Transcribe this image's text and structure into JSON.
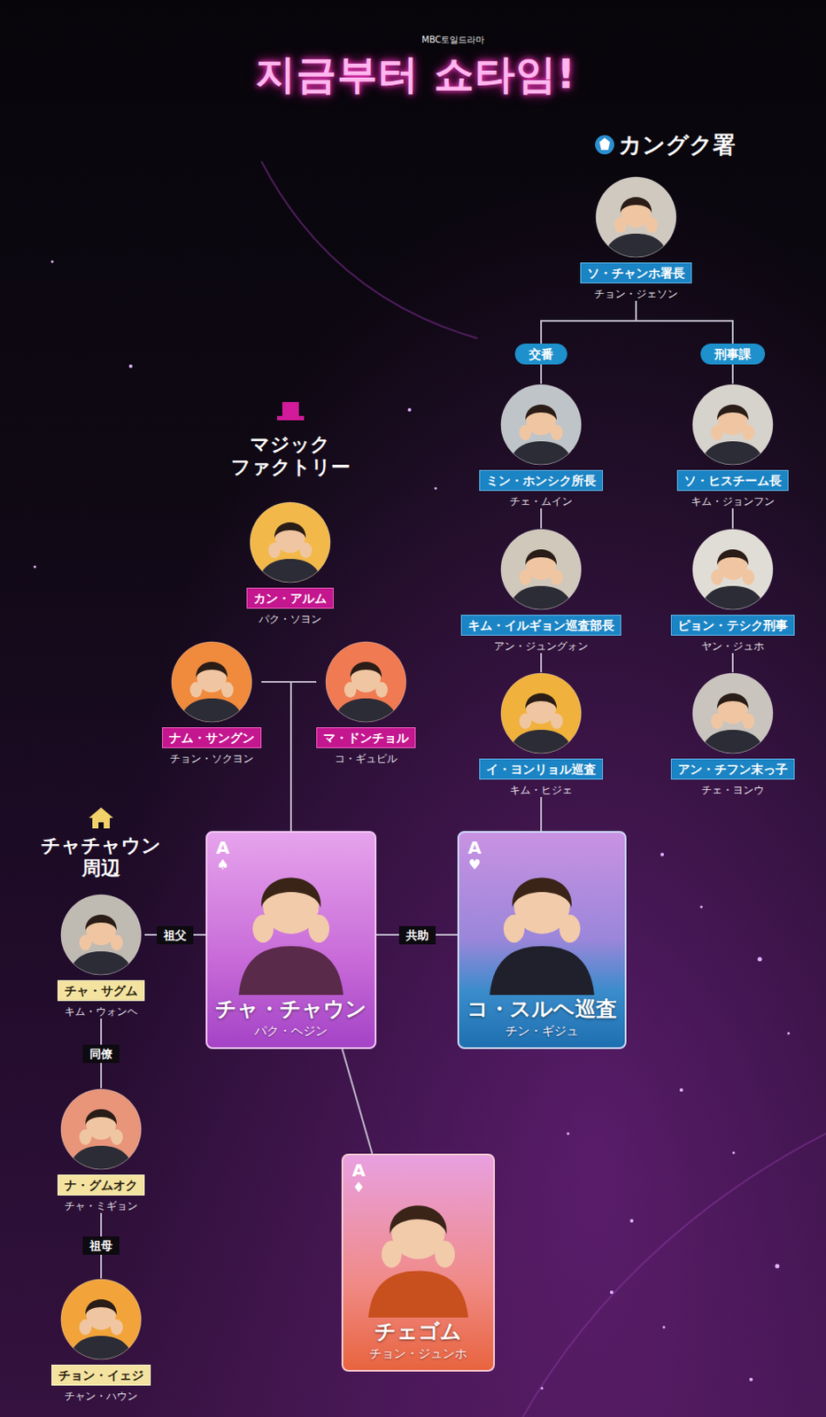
{
  "diagram": {
    "title": "지금부터 쇼타임!",
    "nodes": [
      {
        "text": [
          "ソ・チャンホ署長",
          "チョン・ジェソン"
        ]
      },
      {
        "text": [
          "交番"
        ]
      },
      {
        "text": [
          "刑事課"
        ]
      },
      {
        "text": [
          "ミン・ホンシク所長",
          "チェ・ムイン"
        ]
      },
      {
        "text": [
          "ソ・ヒスチーム長",
          "キム・ジョンフン"
        ]
      },
      {
        "text": [
          "カン・アルム",
          "パク・ソヨン"
        ]
      },
      {
        "text": [
          "キム・イルギョン巡査部長",
          "アン・ジュングォン"
        ]
      },
      {
        "text": [
          "ピョン・テシク刑事",
          "ヤン・ジュホ"
        ]
      },
      {
        "text": [
          "ナム・サングン",
          "チョン・ソクヨン"
        ]
      },
      {
        "text": [
          "マ・ドンチョル",
          "コ・ギュピル"
        ]
      },
      {
        "text": [
          "イ・ヨンリョル巡査",
          "キム・ヒジェ"
        ]
      },
      {
        "text": [
          "アン・チフン末っ子",
          "チェ・ヨンウ"
        ]
      },
      {
        "text": [
          "チャ・サグム",
          "キム・ウォンヘ"
        ]
      },
      {
        "text": [
          "A",
          "♠",
          "チャ・チャウン",
          "パク・ヘジン"
        ]
      },
      {
        "text": [
          "A",
          "♥",
          "コ・スルヘ巡査",
          "チン・ギジュ"
        ]
      },
      {
        "text": [
          "ナ・グムオク",
          "チャ・ミギョン"
        ]
      },
      {
        "text": [
          "A",
          "♦",
          "チェゴム",
          "チョン・ジュンホ"
        ]
      },
      {
        "text": [
          "チョン・イェジ",
          "チャン・ハウン"
        ]
      }
    ],
    "edges": [
      {
        "from": 0,
        "to": 1,
        "arrow": "none"
      },
      {
        "from": 0,
        "to": 2,
        "arrow": "none"
      },
      {
        "from": 1,
        "to": 3,
        "arrow": "none"
      },
      {
        "from": 3,
        "to": 6,
        "arrow": "none"
      },
      {
        "from": 6,
        "to": 10,
        "arrow": "none"
      },
      {
        "from": 10,
        "to": 14,
        "arrow": "none"
      },
      {
        "from": 2,
        "to": 4,
        "arrow": "none"
      },
      {
        "from": 4,
        "to": 7,
        "arrow": "none"
      },
      {
        "from": 7,
        "to": 11,
        "arrow": "none"
      },
      {
        "from": 8,
        "to": 13,
        "arrow": "none"
      },
      {
        "from": 9,
        "to": 13,
        "arrow": "none"
      },
      {
        "from": 12,
        "to": 13,
        "label": "祖父",
        "arrow": "none"
      },
      {
        "from": 13,
        "to": 14,
        "label": "共助",
        "arrow": "none"
      },
      {
        "from": 13,
        "to": 16,
        "arrow": "none"
      },
      {
        "from": 12,
        "to": 15,
        "label": "同僚",
        "arrow": "none"
      },
      {
        "from": 15,
        "to": 17,
        "label": "祖母",
        "arrow": "none"
      }
    ],
    "labels": [
      "MBC토일드라마",
      "カングク署",
      "マジック ファクトリー",
      "チャチャウン 周辺"
    ]
  }
}
